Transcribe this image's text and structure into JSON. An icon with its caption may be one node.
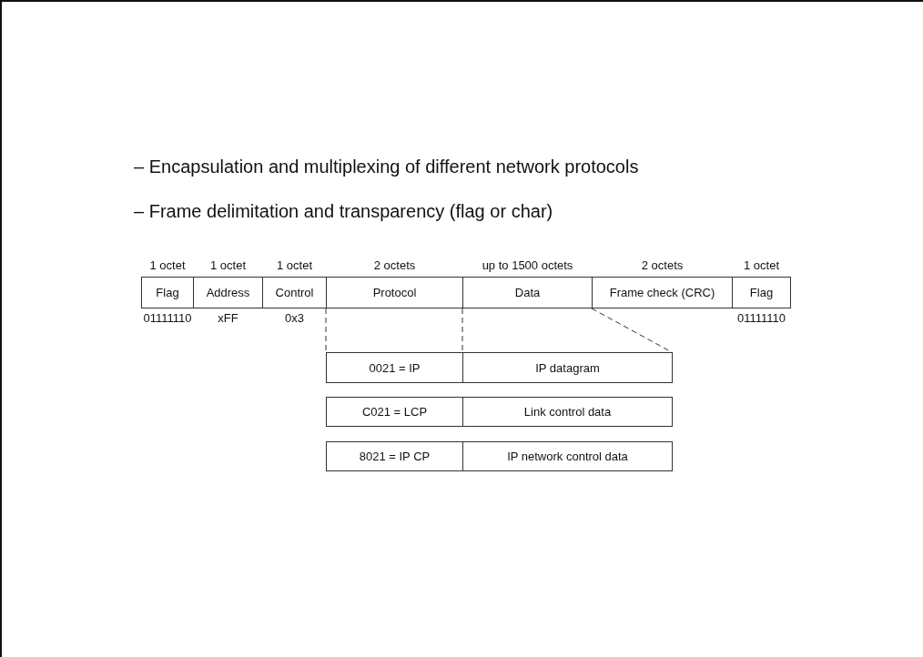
{
  "diagram": {
    "nodes": [
      {
        "text": [
          "Flag"
        ],
        "beside": [
          "1 octet",
          "01111110"
        ]
      },
      {
        "text": [
          "Address"
        ],
        "beside": [
          "1 octet",
          "xFF"
        ]
      },
      {
        "text": [
          "Control"
        ],
        "beside": [
          "1 octet",
          "0x3"
        ]
      },
      {
        "text": [
          "Protocol"
        ],
        "beside": [
          "2 octets"
        ]
      },
      {
        "text": [
          "Data"
        ],
        "beside": [
          "up to 1500 octets"
        ]
      },
      {
        "text": [
          "Frame check (CRC)"
        ],
        "beside": [
          "2 octets"
        ]
      },
      {
        "text": [
          "Flag"
        ],
        "beside": [
          "1 octet",
          "01111110"
        ]
      },
      {
        "text": [
          "0021 = IP"
        ]
      },
      {
        "text": [
          "IP datagram"
        ]
      },
      {
        "text": [
          "C021 = LCP"
        ]
      },
      {
        "text": [
          "Link control data"
        ]
      },
      {
        "text": [
          "8021 = IP CP"
        ]
      },
      {
        "text": [
          "IP network control data"
        ]
      }
    ],
    "edges": [
      {
        "from": 3,
        "to": 7,
        "arrow": "none",
        "style": "dashed"
      },
      {
        "from": 4,
        "to": 8,
        "arrow": "none",
        "style": "dashed"
      },
      {
        "from": 4,
        "to": 8,
        "arrow": "none",
        "style": "dashed"
      }
    ],
    "labels": [
      "– Encapsulation and multiplexing of different network protocols",
      "– Frame delimitation and transparency (flag or char)"
    ]
  }
}
